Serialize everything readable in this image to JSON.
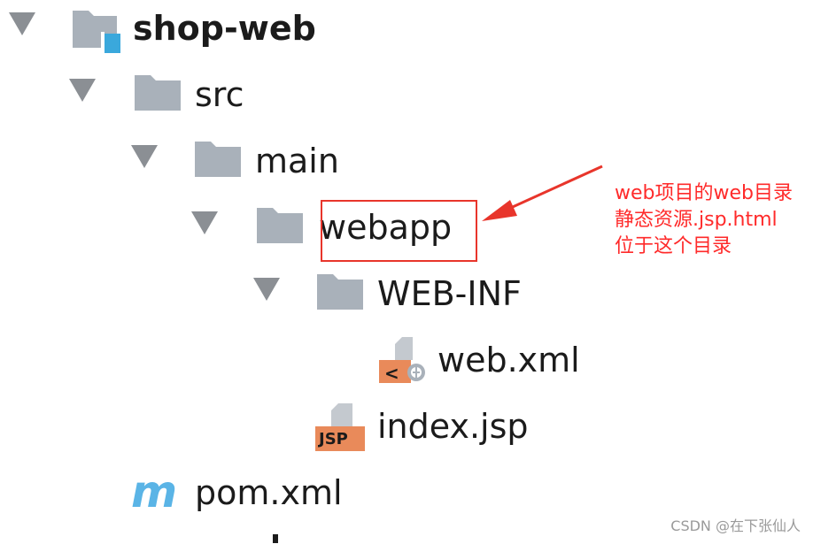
{
  "tree": {
    "project": {
      "label": "shop-web"
    },
    "src": {
      "label": "src"
    },
    "main": {
      "label": "main"
    },
    "webapp": {
      "label": "webapp"
    },
    "webinf": {
      "label": "WEB-INF"
    },
    "webxml": {
      "label": "web.xml",
      "badge": "<"
    },
    "indexjsp": {
      "label": "index.jsp",
      "badge": "JSP"
    },
    "pom": {
      "label": "pom.xml",
      "badge": "m"
    }
  },
  "annotation": {
    "lines": [
      "web项目的web目录",
      "静态资源.jsp.html",
      "位于这个目录"
    ]
  },
  "watermark": "CSDN @在下张仙人",
  "colors": {
    "folder": "#a9b1ba",
    "module_accent": "#3aa8dc",
    "arrow_triangle": "#8b8f94",
    "highlight": "#e8352b",
    "annotation_text": "#ff2a2a",
    "xml_badge": "#e98a5a",
    "jsp_badge": "#e98a5a",
    "maven_m": "#5ab4e6"
  }
}
